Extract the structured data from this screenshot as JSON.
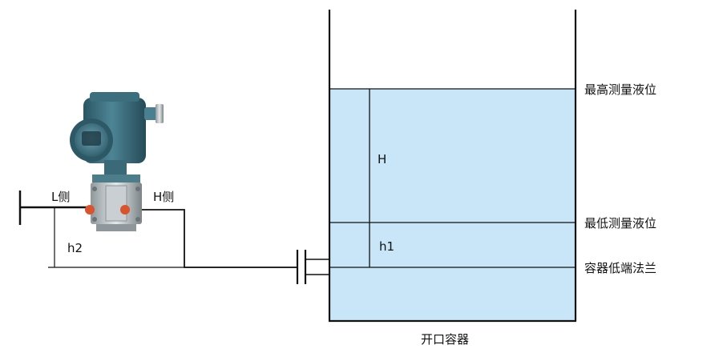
{
  "labels": {
    "l_side": "L侧",
    "h_side": "H侧",
    "h2": "h2",
    "H": "H",
    "h1": "h1",
    "max_level": "最高测量液位",
    "min_level": "最低测量液位",
    "flange": "容器低端法兰",
    "container": "开口容器"
  },
  "colors": {
    "liquid": "#c8e6f7",
    "line": "#111111",
    "transmitter_body": "#3f6f7f",
    "port": "#d9532c",
    "flange_block": "#d8d8d8"
  },
  "icons": {
    "transmitter": "pressure-transmitter-icon"
  }
}
